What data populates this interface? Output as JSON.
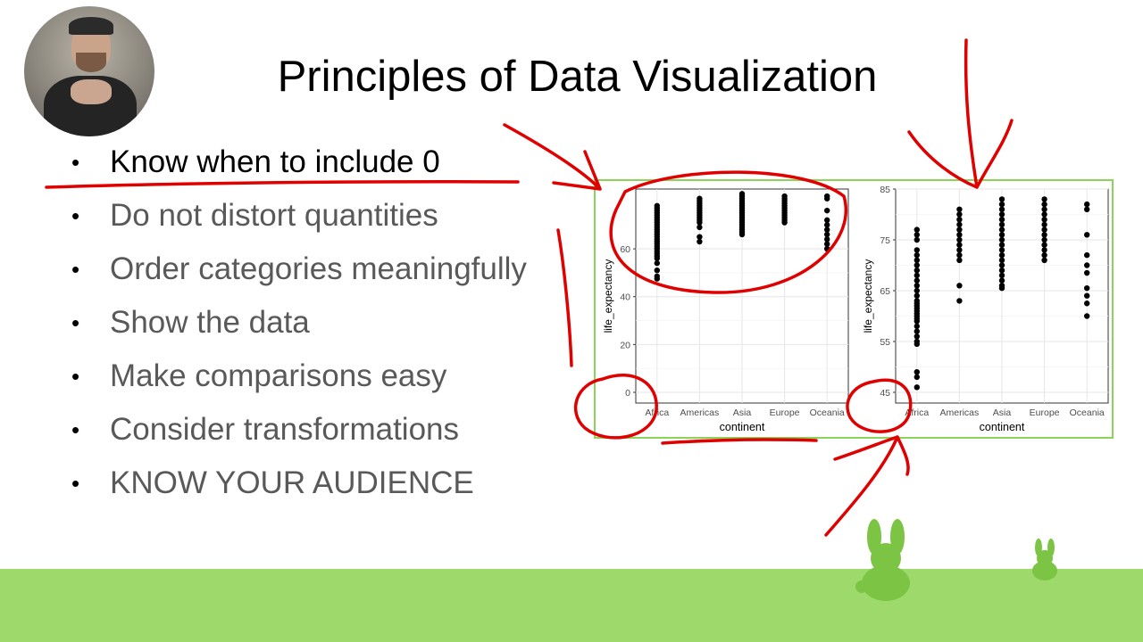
{
  "slide": {
    "title": "Principles of Data Visualization",
    "bullets": [
      "Know when to include 0",
      "Do not distort quantities",
      "Order categories meaningfully",
      "Show the data",
      "Make comparisons easy",
      "Consider transformations",
      "KNOW YOUR AUDIENCE"
    ],
    "active_index": 0
  },
  "colors": {
    "annotation": "#e00000",
    "chart_border": "#8cd35a",
    "grass": "#9dd96b",
    "bunny": "#7cc444"
  },
  "chart_data": [
    {
      "type": "scatter",
      "title": "",
      "xlabel": "continent",
      "ylabel": "life_expectancy",
      "categories": [
        "Africa",
        "Americas",
        "Asia",
        "Europe",
        "Oceania"
      ],
      "ylim": [
        0,
        85
      ],
      "yticks": [
        0,
        20,
        40,
        60
      ],
      "grid": true,
      "series": [
        {
          "values": [
            47.5,
            48.5,
            51,
            54,
            56,
            57,
            58,
            59,
            60,
            61,
            62,
            63,
            64,
            65,
            66,
            67,
            68,
            69,
            70,
            71,
            72,
            73,
            74,
            75,
            76,
            77,
            78
          ]
        },
        {
          "values": [
            63,
            65,
            69,
            71,
            72,
            73,
            74,
            75,
            76,
            77,
            78,
            79,
            80,
            81
          ]
        },
        {
          "values": [
            66,
            67,
            68,
            69,
            70,
            71,
            72,
            73,
            74,
            75,
            76,
            77,
            78,
            79,
            80,
            81,
            82,
            83
          ]
        },
        {
          "values": [
            71,
            72,
            73,
            74,
            75,
            76,
            77,
            78,
            79,
            80,
            81,
            82
          ]
        },
        {
          "values": [
            60,
            62,
            64,
            66,
            68,
            70,
            72,
            76,
            81,
            82
          ]
        }
      ]
    },
    {
      "type": "scatter",
      "title": "",
      "xlabel": "continent",
      "ylabel": "life_expectancy",
      "categories": [
        "Africa",
        "Americas",
        "Asia",
        "Europe",
        "Oceania"
      ],
      "ylim": [
        45,
        85
      ],
      "yticks": [
        45,
        55,
        65,
        75,
        85
      ],
      "grid": true,
      "series": [
        {
          "values": [
            46,
            48,
            49,
            54.5,
            55,
            56,
            57,
            58,
            59,
            59.5,
            60,
            60.5,
            61,
            61.5,
            62,
            62.5,
            63,
            64,
            65,
            66,
            67,
            68,
            69,
            70,
            71,
            72,
            73,
            75,
            76,
            77
          ]
        },
        {
          "values": [
            63,
            66,
            71,
            72,
            73,
            74,
            75,
            76,
            77,
            78,
            79,
            80,
            81
          ]
        },
        {
          "values": [
            65.5,
            66,
            67,
            68,
            69,
            70,
            71,
            72,
            73,
            74,
            75,
            76,
            77,
            78,
            79,
            80,
            81,
            82,
            83
          ]
        },
        {
          "values": [
            71,
            72,
            73,
            74,
            75,
            76,
            77,
            78,
            79,
            80,
            81,
            82,
            83
          ]
        },
        {
          "values": [
            60,
            62.5,
            64,
            65.5,
            68.5,
            70,
            72,
            76,
            81,
            82
          ]
        }
      ]
    }
  ]
}
